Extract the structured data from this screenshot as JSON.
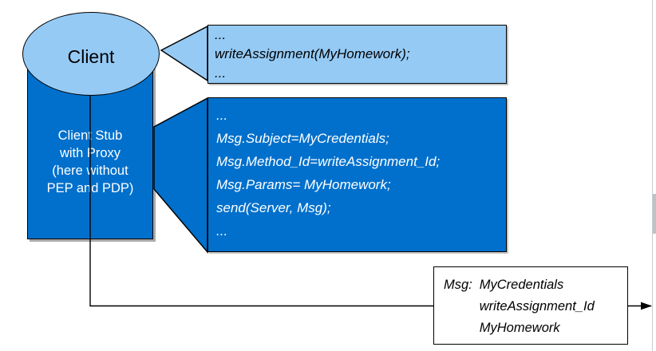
{
  "colors": {
    "dark_blue": "#0070cc",
    "light_blue": "#95caf5",
    "border_black": "#000000",
    "shadow_gray": "#7d7d7d"
  },
  "client": {
    "label": "Client"
  },
  "client_stub": {
    "lines": [
      "Client Stub",
      "with Proxy",
      "(here without",
      "PEP and PDP)"
    ]
  },
  "client_callout": {
    "lines": [
      "...",
      "writeAssignment(MyHomework);",
      "..."
    ]
  },
  "stub_callout": {
    "lines": [
      "...",
      "Msg.Subject=MyCredentials;",
      "Msg.Method_Id=writeAssignment_Id;",
      "Msg.Params= MyHomework;",
      "send(Server, Msg);",
      "..."
    ]
  },
  "message_box": {
    "label": "Msg:",
    "values": [
      "MyCredentials",
      "writeAssignment_Id",
      "MyHomework"
    ]
  }
}
